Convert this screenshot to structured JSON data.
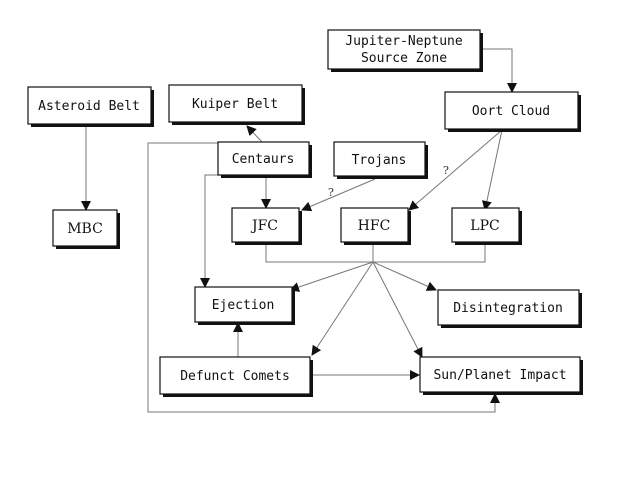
{
  "nodes": {
    "jupiter_neptune": {
      "line1": "Jupiter-Neptune",
      "line2": "Source Zone"
    },
    "oort_cloud": "Oort Cloud",
    "asteroid_belt": "Asteroid Belt",
    "kuiper_belt": "Kuiper Belt",
    "centaurs": "Centaurs",
    "trojans": "Trojans",
    "mbc": "MBC",
    "jfc": "JFC",
    "hfc": "HFC",
    "lpc": "LPC",
    "ejection": "Ejection",
    "disintegration": "Disintegration",
    "defunct_comets": "Defunct Comets",
    "sun_planet_impact": "Sun/Planet Impact"
  },
  "uncertain_marks": {
    "trojans_to_jfc": "?",
    "oort_to_hfc": "?"
  }
}
